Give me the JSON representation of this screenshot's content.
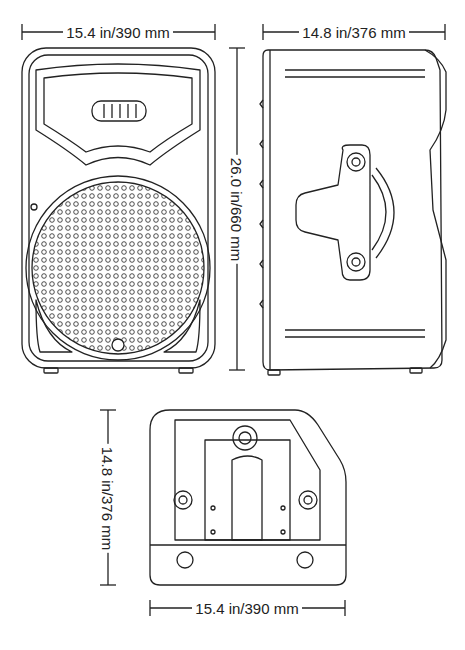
{
  "diagram": {
    "labels": [
      "15.4 in/390 mm",
      "14.8 in/376 mm",
      "26.0 in/660 mm",
      "14.8 in/376 mm",
      "15.4 in/390 mm"
    ]
  }
}
